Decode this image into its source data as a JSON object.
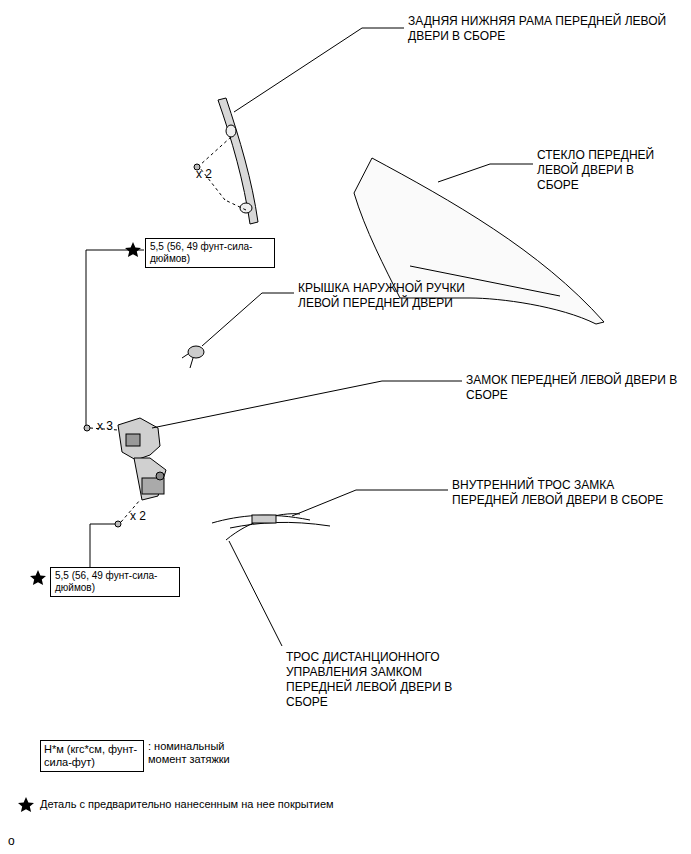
{
  "diagram": {
    "nodes": [
      {
        "text": [
          "5,5 (56, 49 фунт-сила-дюймов)"
        ]
      },
      {
        "text": [
          "5,5 (56, 49 фунт-сила-дюймов)"
        ]
      },
      {
        "text": [
          "Н*м (кгс*см, фунт-сила-фут)",
          ": номинальный момент затяжки"
        ]
      }
    ],
    "labels": [
      "ЗАДНЯЯ НИЖНЯЯ РАМА ПЕРЕДНЕЙ ЛЕВОЙ ДВЕРИ В СБОРЕ",
      "x 2",
      "СТЕКЛО ПЕРЕДНЕЙ ЛЕВОЙ ДВЕРИ В СБОРЕ",
      "КРЫШКА НАРУЖНОЙ РУЧКИ ЛЕВОЙ ПЕРЕДНЕЙ ДВЕРИ",
      "ЗАМОК ПЕРЕДНЕЙ ЛЕВОЙ ДВЕРИ В СБОРЕ",
      "x 3",
      "x 2",
      "ВНУТРЕННИЙ ТРОС ЗАМКА ПЕРЕДНЕЙ ЛЕВОЙ ДВЕРИ В СБОРЕ",
      "ТРОС ДИСТАНЦИОННОГО УПРАВЛЕНИЯ ЗАМКОМ ПЕРЕДНЕЙ ЛЕВОЙ ДВЕРИ В СБОРЕ",
      "o"
    ],
    "legend": [
      {
        "text": "Деталь с предварительно нанесенным на нее покрытием"
      }
    ]
  }
}
